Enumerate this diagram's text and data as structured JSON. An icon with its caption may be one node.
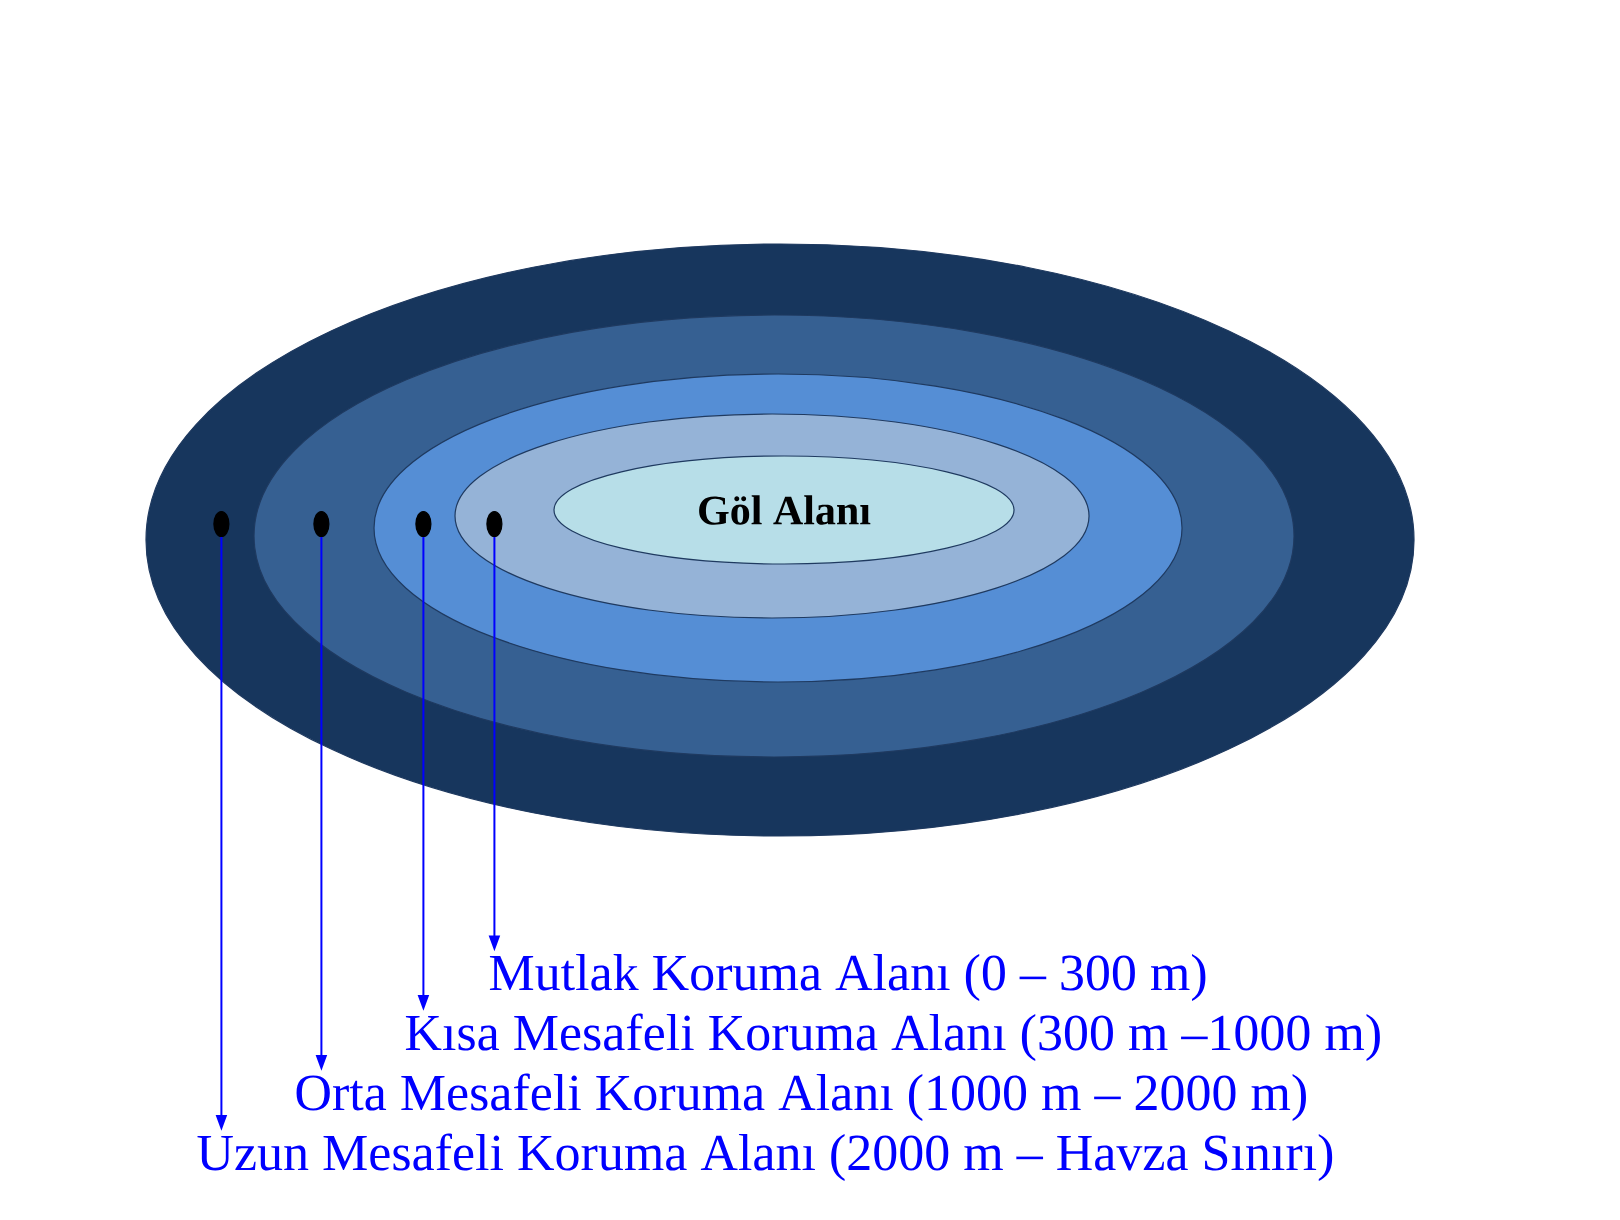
{
  "diagram": {
    "nodes": [
      {
        "text": [],
        "shape": "ellipse"
      },
      {
        "text": [],
        "shape": "ellipse",
        "in": 0
      },
      {
        "text": [],
        "shape": "ellipse",
        "in": 1
      },
      {
        "text": [],
        "shape": "ellipse",
        "in": 2
      },
      {
        "text": [
          "Göl Alanı"
        ],
        "in": 3
      },
      {
        "text": [],
        "shape": "dot",
        "in": 0
      },
      {
        "text": [],
        "shape": "dot",
        "in": 1
      },
      {
        "text": [],
        "shape": "dot",
        "in": 2
      },
      {
        "text": [],
        "shape": "dot",
        "in": 3
      },
      {
        "text": [
          "Mutlak Koruma Alanı (0 – 300 m)"
        ]
      },
      {
        "text": [
          "Kısa Mesafeli Koruma Alanı (300 m –1000 m)"
        ]
      },
      {
        "text": [
          "Orta Mesafeli Koruma Alanı (1000 m – 2000 m)"
        ]
      },
      {
        "text": [
          "Uzun Mesafeli Koruma Alanı (2000 m – Havza Sınırı)"
        ]
      }
    ],
    "edges": [
      {
        "from": 8,
        "to": 9,
        "arrow": "to"
      },
      {
        "from": 7,
        "to": 10,
        "arrow": "to"
      },
      {
        "from": 6,
        "to": 11,
        "arrow": "to"
      },
      {
        "from": 5,
        "to": 12,
        "arrow": "to"
      }
    ]
  }
}
